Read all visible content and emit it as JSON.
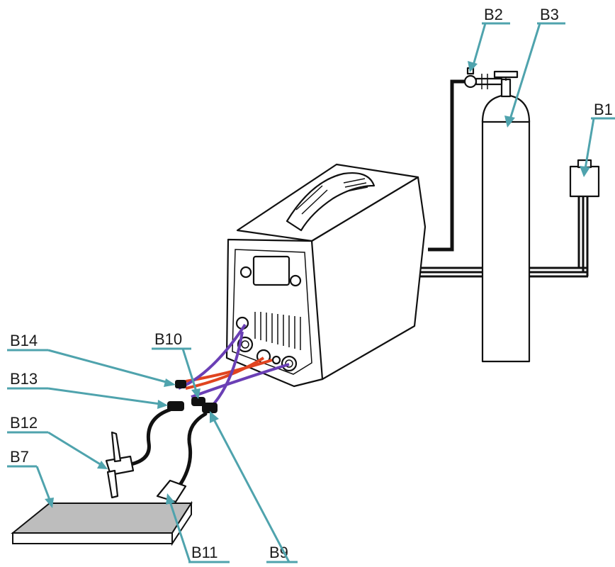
{
  "labels": {
    "b1": "B1",
    "b2": "B2",
    "b3": "B3",
    "b7": "B7",
    "b9": "B9",
    "b10": "B10",
    "b11": "B11",
    "b12": "B12",
    "b13": "B13",
    "b14": "B14"
  },
  "colors": {
    "leader": "#4fa3ad",
    "red_cable": "#e04420",
    "purple_cable": "#6a3fb5",
    "workpiece": "#bdbdbd"
  }
}
